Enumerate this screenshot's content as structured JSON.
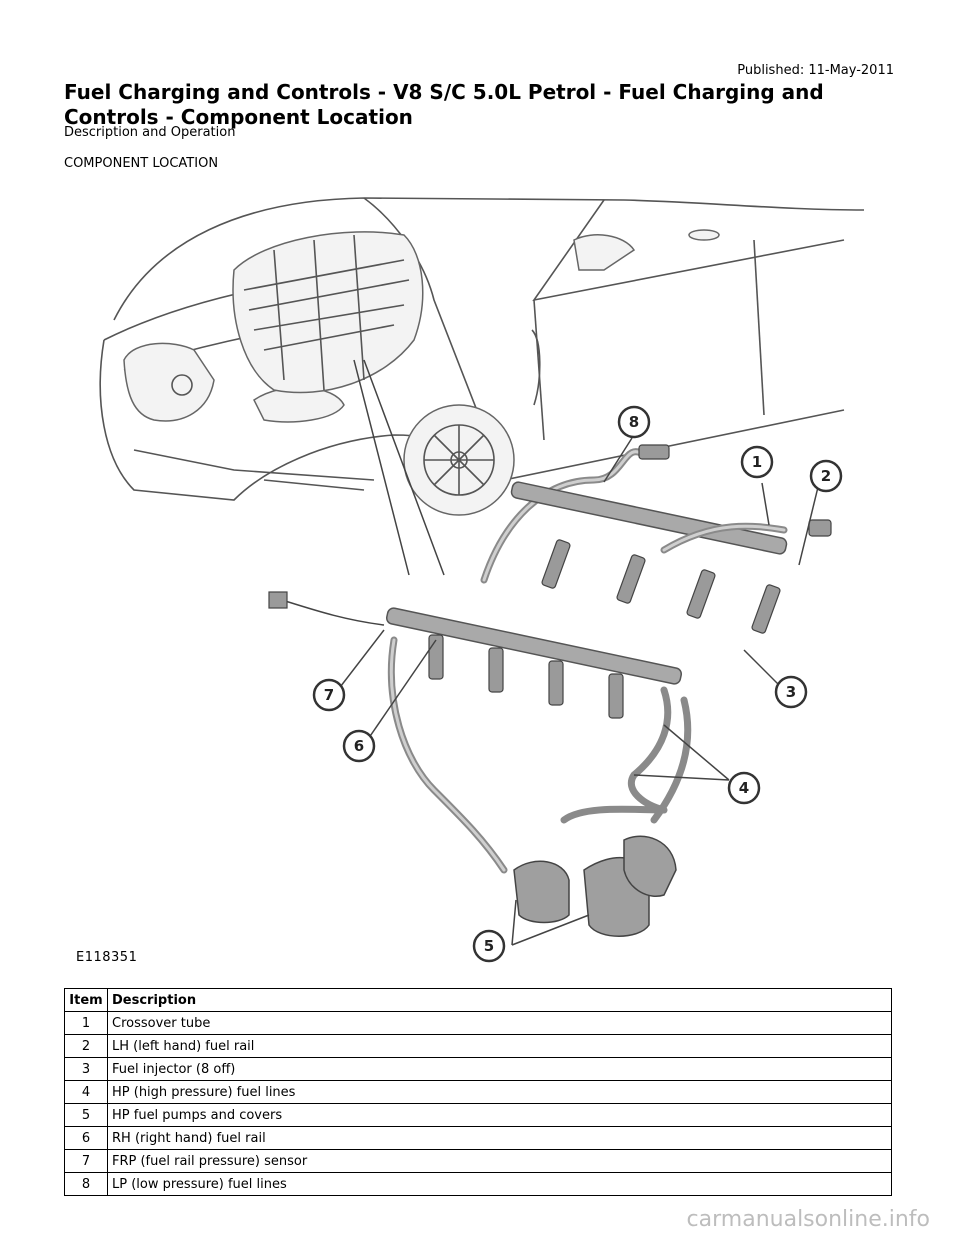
{
  "header": {
    "published": "Published: 11-May-2011",
    "title": "Fuel Charging and Controls - V8 S/C 5.0L Petrol - Fuel Charging and Controls - Component Location",
    "subtitle": "Description and Operation",
    "section": "COMPONENT LOCATION"
  },
  "figure": {
    "id": "E118351",
    "callouts": [
      "1",
      "2",
      "3",
      "4",
      "5",
      "6",
      "7",
      "8"
    ]
  },
  "table": {
    "headers": [
      "Item",
      "Description"
    ],
    "rows": [
      {
        "item": "1",
        "description": "Crossover tube"
      },
      {
        "item": "2",
        "description": "LH (left hand) fuel rail"
      },
      {
        "item": "3",
        "description": "Fuel injector (8 off)"
      },
      {
        "item": "4",
        "description": "HP (high pressure) fuel lines"
      },
      {
        "item": "5",
        "description": "HP fuel pumps and covers"
      },
      {
        "item": "6",
        "description": "RH (right hand) fuel rail"
      },
      {
        "item": "7",
        "description": "FRP (fuel rail pressure) sensor"
      },
      {
        "item": "8",
        "description": "LP (low pressure) fuel lines"
      }
    ]
  },
  "watermark": "carmanualsonline.info"
}
